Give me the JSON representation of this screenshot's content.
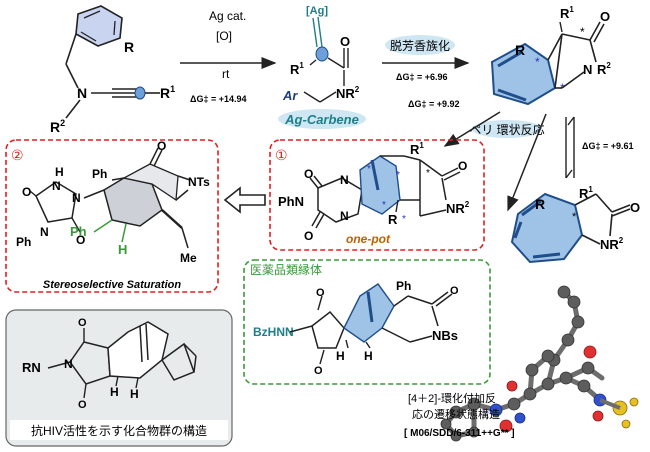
{
  "colors": {
    "bond": "#222222",
    "red_dash": "#e02020",
    "green_dash": "#3a9a3a",
    "blue_oval": "#cfe6f3",
    "teal": "#1f7f88",
    "navy": "#1f3f7a",
    "ring_blue_light": "#9ec3e6",
    "ring_blue_dark": "#1f4e8a",
    "gray_box": "#e8ebec",
    "orange_text": "#c06000",
    "star": "#3030c0"
  },
  "top_reaction": {
    "reagent_line1": "Ag cat.",
    "reagent_line2": "[O]",
    "reagent_line3": "rt",
    "dG1": "ΔG‡ = +14.94",
    "ag_label": "[Ag]",
    "ar_label": "Ar",
    "r1": "R",
    "r1_sup": "1",
    "r2": "R",
    "r2_sup": "2",
    "n_label": "N",
    "o_label": "O",
    "ag_carbene": "Ag-Carbene",
    "dearomatization": "脱芳香族化",
    "dG2": "ΔG‡ = +6.96",
    "dG3": "ΔG‡ = +9.92",
    "pericyclic": "ペリ 環状反応",
    "dG4": "ΔG‡ = +9.61",
    "start_r": "R",
    "start_r1": "R",
    "start_r1_sup": "1",
    "start_r2": "R",
    "start_r2_sup": "2",
    "start_n": "N"
  },
  "box1": {
    "number": "①",
    "ph_n": "PhN",
    "n_r2": "NR",
    "n_r2_sup": "2",
    "r1": "R",
    "r1_sup": "1",
    "r": "R",
    "one_pot": "one-pot"
  },
  "box2": {
    "number": "②",
    "ph_top": "Ph",
    "nts": "NTs",
    "ph_left": "Ph",
    "ph_green": "Ph",
    "h_green": "H",
    "me": "Me",
    "nh_top": "H",
    "n_label": "N",
    "n2_label": "N",
    "caption": "Stereoselective Saturation"
  },
  "pharma_box": {
    "title": "医薬品類縁体",
    "bzhnn": "BzHNN",
    "ph": "Ph",
    "nbs": "NBs",
    "h1": "H",
    "h2": "H"
  },
  "hiv_box": {
    "rn": "RN",
    "n": "N",
    "h1": "H",
    "h2": "H",
    "caption": "抗HIV活性を示す化合物群の構造"
  },
  "right_product": {
    "r": "R",
    "r1": "R",
    "r1_sup": "1",
    "nr2": "NR",
    "nr2_sup": "2"
  },
  "ts_caption": {
    "line1": "[4＋2]-環化付加反",
    "line2": "応の遷移状態構造",
    "line3": "[ M06/SDD/6-311++G** ]"
  }
}
